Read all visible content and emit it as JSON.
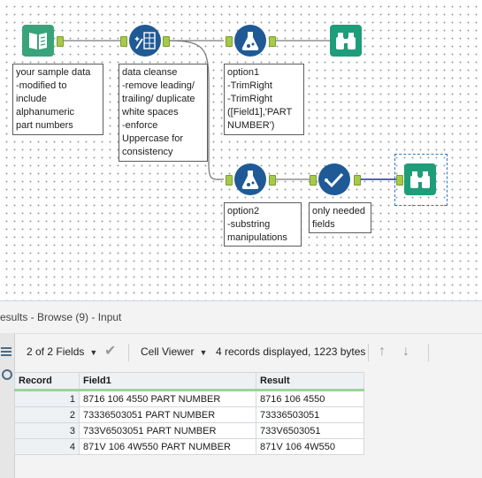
{
  "canvas": {
    "notes": {
      "input": "your sample data\n-modified to\ninclude\nalphanumeric\npart numbers",
      "cleanse": "data cleanse\n-remove leading/\ntrailing/ duplicate\nwhite spaces\n-enforce\nUppercase for\nconsistency",
      "option1": "option1\n-TrimRight\n-TrimRight\n([Field1],'PART\nNUMBER')",
      "option2": "option2\n-substring\nmanipulations",
      "select": "only needed\nfields"
    },
    "colors": {
      "input_tool": "#3aa37b",
      "cleanse_tool": "#1f5a96",
      "formula_tool": "#1f5a96",
      "select_tool": "#1f5a96",
      "browse_tool": "#1e9d7a",
      "anchor": "#a6c94a",
      "connector": "#7a7a7a",
      "selected_connector": "#1b2fa6"
    },
    "icons": {
      "input": "book-icon",
      "cleanse": "data-cleanse-icon",
      "formula": "flask-icon",
      "select": "checkmark-icon",
      "browse": "binoculars-icon"
    }
  },
  "results": {
    "title": "esults - Browse (9) - Input",
    "fields_label": "2 of 2 Fields",
    "cell_viewer_label": "Cell Viewer",
    "records_info": "4 records displayed, 1223 bytes",
    "columns": [
      "Record",
      "Field1",
      "Result"
    ],
    "rows": [
      {
        "record": "1",
        "field1": "8716 106 4550 PART NUMBER",
        "result": "8716 106 4550"
      },
      {
        "record": "2",
        "field1": "73336503051 PART NUMBER",
        "result": "73336503051"
      },
      {
        "record": "3",
        "field1": "733V6503051 PART NUMBER",
        "result": "733V6503051"
      },
      {
        "record": "4",
        "field1": "871V 106 4W550 PART NUMBER",
        "result": "871V 106 4W550"
      }
    ]
  }
}
